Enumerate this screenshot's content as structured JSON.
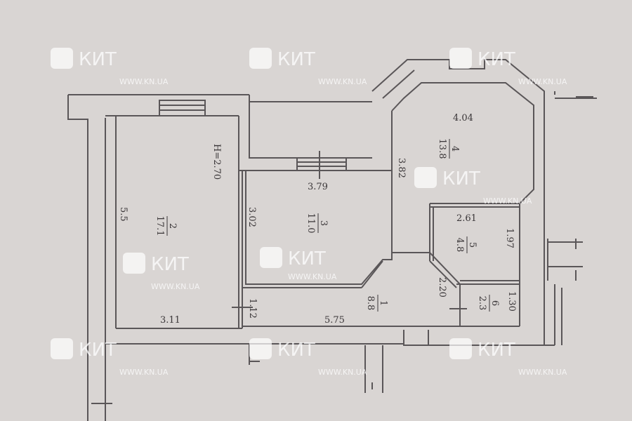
{
  "plan": {
    "ceiling_height": "H=2.70",
    "rooms": [
      {
        "number": "1",
        "area": "8.8"
      },
      {
        "number": "2",
        "area": "17.1"
      },
      {
        "number": "3",
        "area": "11.0"
      },
      {
        "number": "4",
        "area": "13.8"
      },
      {
        "number": "5",
        "area": "4.8"
      },
      {
        "number": "6",
        "area": "2.3"
      }
    ],
    "dimensions": {
      "d404": "4.04",
      "d382": "3.82",
      "d379": "3.79",
      "d55": "5.5",
      "d302": "3.02",
      "d261": "2.61",
      "d197": "1.97",
      "d220": "2.20",
      "d130": "1.30",
      "d112": "1.12",
      "d311": "3.11",
      "d575": "5.75"
    }
  },
  "watermark": {
    "logo": "КИТ",
    "url": "WWW.KN.UA"
  }
}
